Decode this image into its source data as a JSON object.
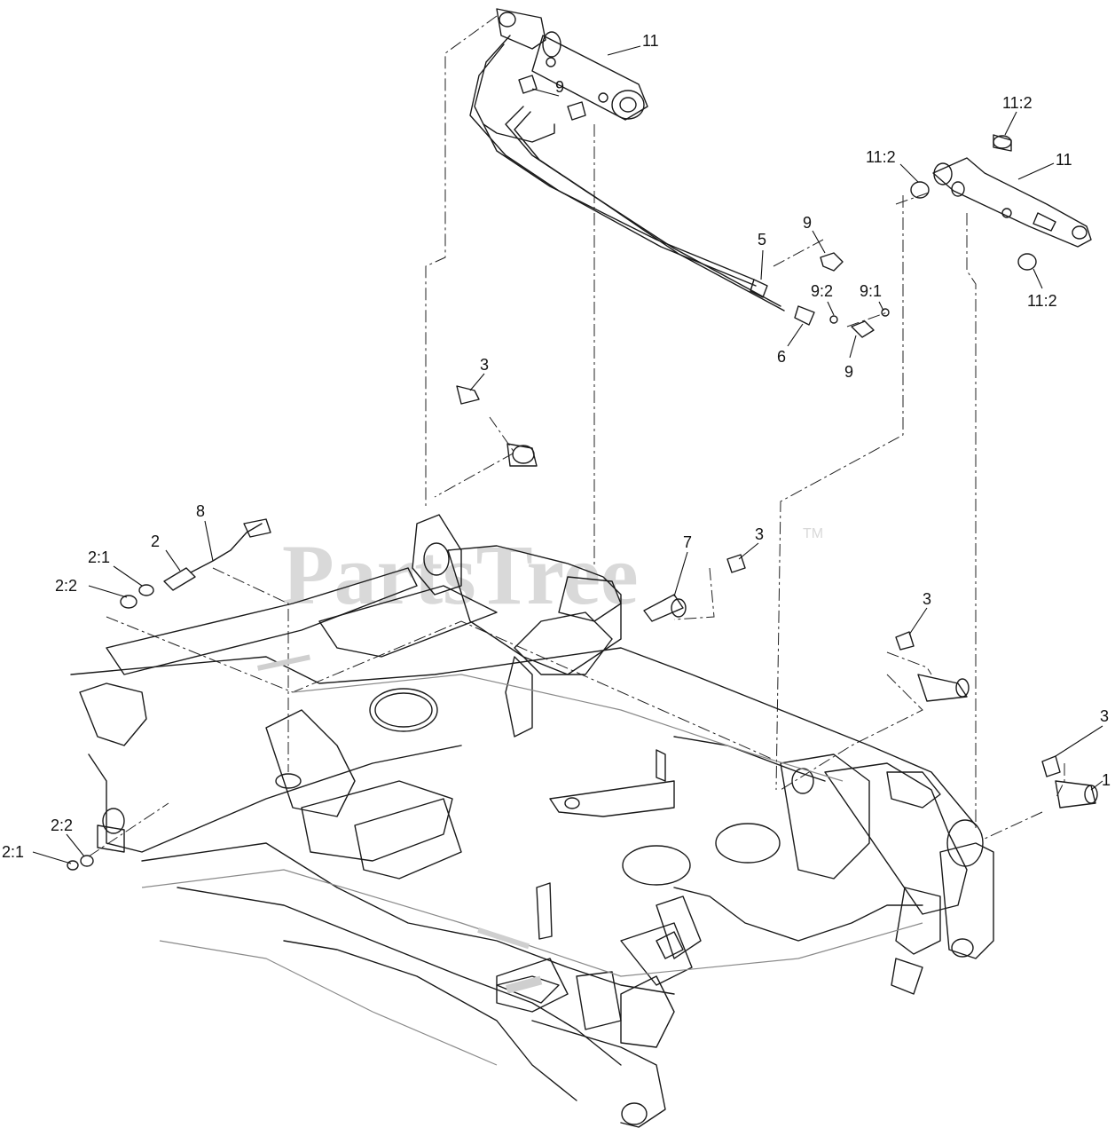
{
  "watermark": {
    "text": "PartsTree",
    "trademark": "TM"
  },
  "callouts": [
    {
      "id": "c-11-top",
      "label": "11"
    },
    {
      "id": "c-9-top",
      "label": "9"
    },
    {
      "id": "c-11-2-a",
      "label": "11:2"
    },
    {
      "id": "c-11-2-b",
      "label": "11:2"
    },
    {
      "id": "c-11-right",
      "label": "11"
    },
    {
      "id": "c-9-mid",
      "label": "9"
    },
    {
      "id": "c-5",
      "label": "5"
    },
    {
      "id": "c-9-2",
      "label": "9:2"
    },
    {
      "id": "c-9-1",
      "label": "9:1"
    },
    {
      "id": "c-11-2-c",
      "label": "11:2"
    },
    {
      "id": "c-6",
      "label": "6"
    },
    {
      "id": "c-9-bot",
      "label": "9"
    },
    {
      "id": "c-3-top",
      "label": "3"
    },
    {
      "id": "c-8",
      "label": "8"
    },
    {
      "id": "c-2",
      "label": "2"
    },
    {
      "id": "c-2-1-a",
      "label": "2:1"
    },
    {
      "id": "c-2-2-a",
      "label": "2:2"
    },
    {
      "id": "c-7",
      "label": "7"
    },
    {
      "id": "c-3-mid",
      "label": "3"
    },
    {
      "id": "c-3-right",
      "label": "3"
    },
    {
      "id": "c-3-far",
      "label": "3"
    },
    {
      "id": "c-1",
      "label": "1"
    },
    {
      "id": "c-2-2-b",
      "label": "2:2"
    },
    {
      "id": "c-2-1-b",
      "label": "2:1"
    }
  ]
}
